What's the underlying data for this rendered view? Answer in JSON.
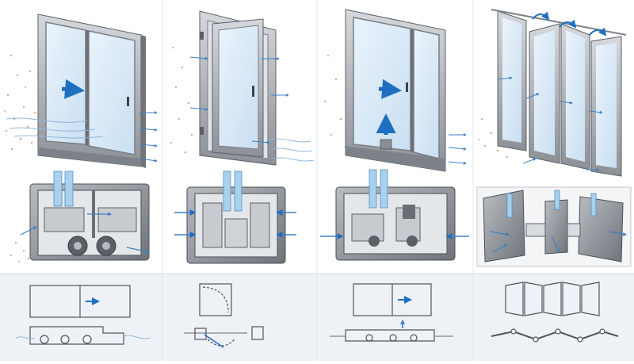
{
  "panels": [
    {
      "id": "sliding",
      "icon": "sliding-window-icon"
    },
    {
      "id": "casement",
      "icon": "casement-window-icon"
    },
    {
      "id": "lift-slide",
      "icon": "lift-slide-window-icon"
    },
    {
      "id": "folding",
      "icon": "bifold-window-icon"
    }
  ],
  "colors": {
    "frame": "#a9adb2",
    "frame_dark": "#5c6066",
    "glass": "#dbeaf7",
    "arrow": "#1f6fc0",
    "airflow": "#8fb6dc",
    "dust": "#c9a27a",
    "section": "#8a8f95",
    "schematic_bg": "#eef2f6"
  }
}
